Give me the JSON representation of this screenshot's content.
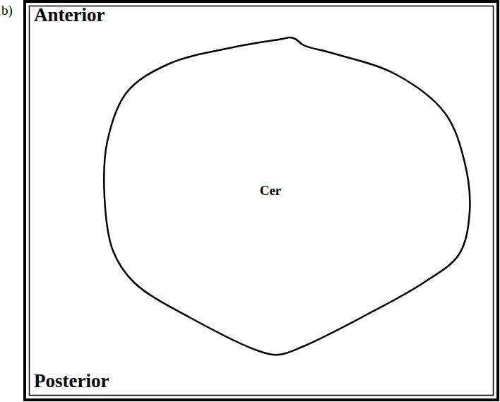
{
  "diagram": {
    "nodes": [
      {
        "text": [
          "Cer"
        ]
      }
    ],
    "labels": [
      "b)",
      "Anterior",
      "Posterior"
    ]
  }
}
